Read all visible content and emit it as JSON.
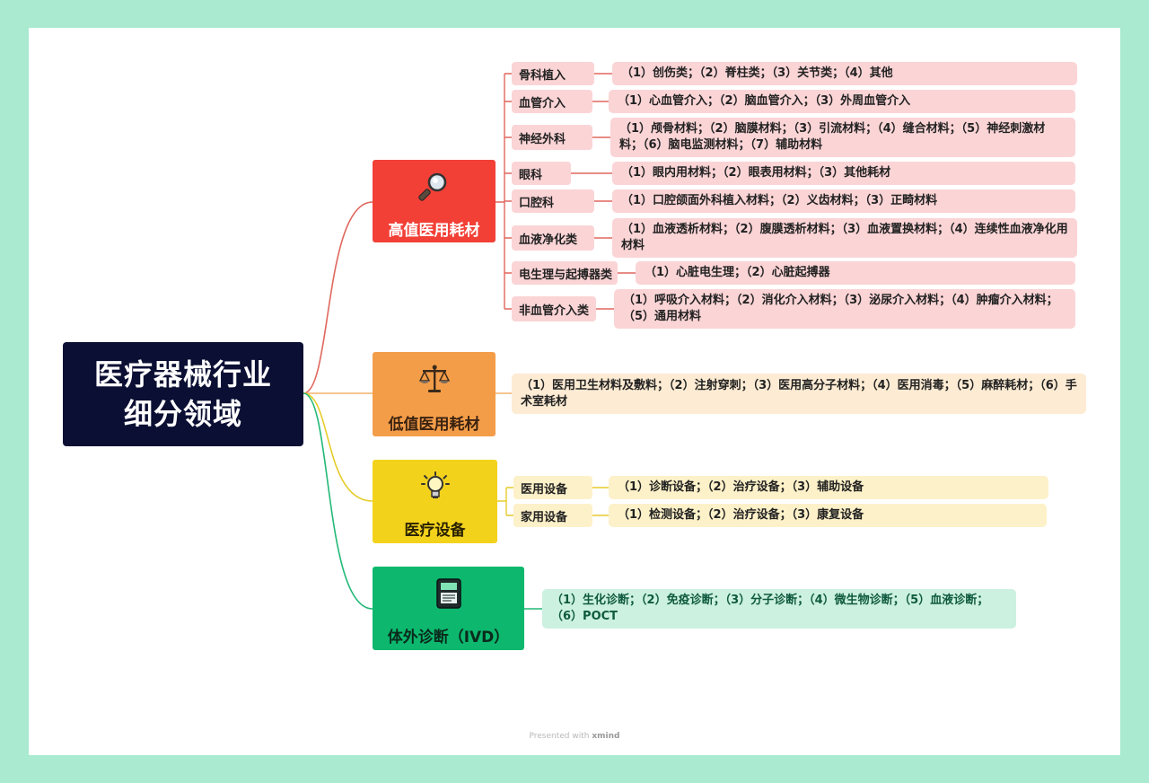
{
  "root": {
    "title": "医疗器械行业细分领域"
  },
  "categories": [
    {
      "name": "高值医用耗材",
      "color": "#f24037",
      "icon": "magnifier-icon",
      "subs": [
        {
          "name": "骨科植入",
          "detail": "（1）创伤类；（2）脊柱类；（3）关节类；（4）其他"
        },
        {
          "name": "血管介入",
          "detail": "（1）心血管介入；（2）脑血管介入；（3）外周血管介入"
        },
        {
          "name": "神经外科",
          "detail": "（1）颅骨材料；（2）脑膜材料；（3）引流材料；（4）缝合材料；（5）神经刺激材料；（6）脑电监测材料；（7）辅助材料"
        },
        {
          "name": "眼科",
          "detail": "（1）眼内用材料；（2）眼表用材料；（3）其他耗材"
        },
        {
          "name": "口腔科",
          "detail": "（1）口腔颌面外科植入材料；（2）义齿材料；（3）正畸材料"
        },
        {
          "name": "血液净化类",
          "detail": "（1）血液透析材料；（2）腹膜透析材料；（3）血液置换材料；（4）连续性血液净化用材料"
        },
        {
          "name": "电生理与起搏器类",
          "detail": "（1）心脏电生理；（2）心脏起搏器"
        },
        {
          "name": "非血管介入类",
          "detail": "（1）呼吸介入材料；（2）消化介入材料；（3）泌尿介入材料；（4）肿瘤介入材料；（5）通用材料"
        }
      ]
    },
    {
      "name": "低值医用耗材",
      "color": "#f49d49",
      "icon": "scales-icon",
      "detail": "（1）医用卫生材料及敷料；（2）注射穿刺；（3）医用高分子材料；（4）医用消毒；（5）麻醉耗材；（6）手术室耗材"
    },
    {
      "name": "医疗设备",
      "color": "#f3d21c",
      "icon": "lightbulb-icon",
      "subs": [
        {
          "name": "医用设备",
          "detail": "（1）诊断设备；（2）治疗设备；（3）辅助设备"
        },
        {
          "name": "家用设备",
          "detail": "（1）检测设备；（2）治疗设备；（3）康复设备"
        }
      ]
    },
    {
      "name": "体外诊断（IVD）",
      "color": "#0db86e",
      "icon": "test-device-icon",
      "detail": "（1）生化诊断；（2）免疫诊断；（3）分子诊断；（4）微生物诊断；（5）血液诊断；（6）POCT"
    }
  ],
  "footer": {
    "prefix": "Presented with",
    "brand": "xmind"
  }
}
